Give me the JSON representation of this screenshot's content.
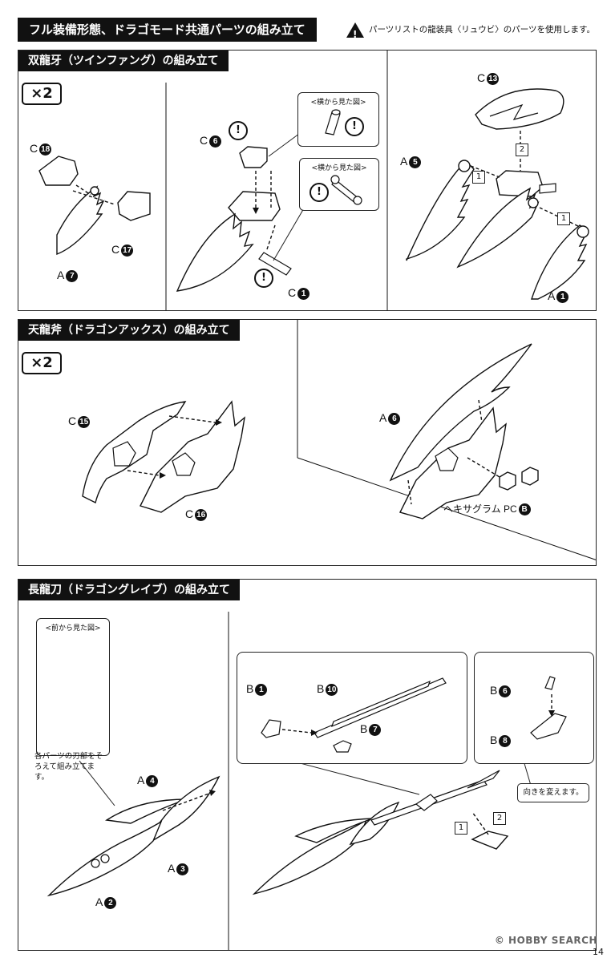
{
  "header": {
    "title": "フル装備形態、ドラゴモード共通パーツの組み立て",
    "warning": "パーツリストの龍装具〈リュウビ〉のパーツを使用します。"
  },
  "section1": {
    "title": "双龍牙（ツインファング）の組み立て",
    "multiplier": "×2",
    "callout_side_1": "<横から見た図>",
    "callout_side_2": "<横から見た図>",
    "labels": {
      "c18": {
        "letter": "C",
        "num": "18"
      },
      "c17": {
        "letter": "C",
        "num": "17"
      },
      "a7": {
        "letter": "A",
        "num": "7"
      },
      "c6": {
        "letter": "C",
        "num": "6"
      },
      "c1": {
        "letter": "C",
        "num": "1"
      },
      "c13": {
        "letter": "C",
        "num": "13"
      },
      "a5": {
        "letter": "A",
        "num": "5"
      },
      "a1": {
        "letter": "A",
        "num": "1"
      }
    },
    "steps": {
      "s1": "1",
      "s2": "1",
      "s3": "2"
    }
  },
  "section2": {
    "title": "天龍斧（ドラゴンアックス）の組み立て",
    "multiplier": "×2",
    "labels": {
      "c15": {
        "letter": "C",
        "num": "15"
      },
      "c16": {
        "letter": "C",
        "num": "16"
      },
      "a6": {
        "letter": "A",
        "num": "6"
      },
      "pcb": {
        "letter": "ヘキサグラム PC",
        "num": "B"
      }
    }
  },
  "section3": {
    "title": "長龍刀（ドラゴングレイブ）の組み立て",
    "callout_front": "<前から見た図>",
    "note": "各パーツの刃部をそろえて組み立てます。",
    "turn_note": "向きを変えます。",
    "labels": {
      "a4": {
        "letter": "A",
        "num": "4"
      },
      "a3": {
        "letter": "A",
        "num": "3"
      },
      "a2": {
        "letter": "A",
        "num": "2"
      },
      "b1": {
        "letter": "B",
        "num": "1"
      },
      "b10": {
        "letter": "B",
        "num": "10"
      },
      "b7": {
        "letter": "B",
        "num": "7"
      },
      "b6": {
        "letter": "B",
        "num": "6"
      },
      "b8": {
        "letter": "B",
        "num": "8"
      }
    },
    "steps": {
      "s1": "1",
      "s2": "2"
    }
  },
  "watermark": "© HOBBY SEARCH",
  "page_number": "14"
}
